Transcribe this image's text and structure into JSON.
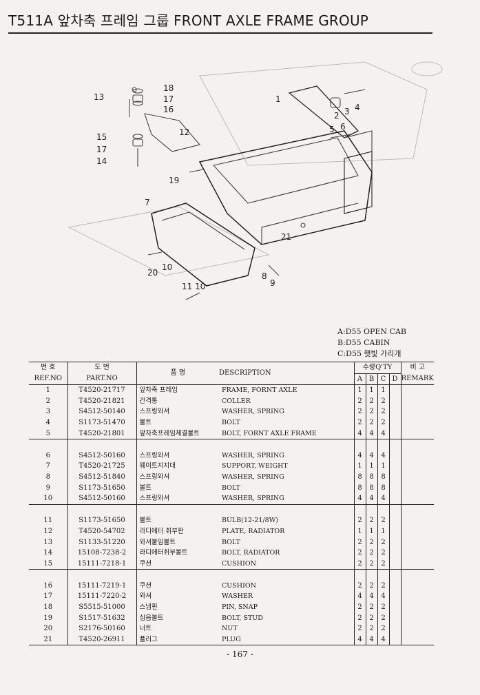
{
  "title": "T511A 앞차축 프레임 그룹 FRONT AXLE FRAME GROUP",
  "callouts": [
    "1",
    "2",
    "3",
    "4",
    "5",
    "6",
    "7",
    "8",
    "9",
    "10",
    "11",
    "12",
    "13",
    "14",
    "15",
    "16",
    "17",
    "18",
    "19",
    "20",
    "21"
  ],
  "callout_1110": "11 10",
  "legend": [
    "A:D55 OPEN CAB",
    "B:D55 CABIN",
    "C:D55 햇빛 가리개"
  ],
  "table": {
    "headers": {
      "ref_kr": "번 호",
      "ref_en": "REF.NO",
      "part_kr": "도 번",
      "part_en": "PART.NO",
      "name_kr": "품 명",
      "desc_en": "DESCRIPTION",
      "qty": "수량Q'TY",
      "qA": "A",
      "qB": "B",
      "qC": "C",
      "qD": "D",
      "remark_kr": "비 고",
      "remark_en": "REMARK"
    },
    "rows": [
      {
        "ref": "1",
        "part": "T4520-21717",
        "kor": "앞차축 프레임",
        "desc": "FRAME, FORNT AXLE",
        "a": "1",
        "b": "1",
        "c": "1",
        "d": ""
      },
      {
        "ref": "2",
        "part": "T4520-21821",
        "kor": "간격통",
        "desc": "COLLER",
        "a": "2",
        "b": "2",
        "c": "2",
        "d": ""
      },
      {
        "ref": "3",
        "part": "S4512-50140",
        "kor": "스프링와셔",
        "desc": "WASHER, SPRING",
        "a": "2",
        "b": "2",
        "c": "2",
        "d": ""
      },
      {
        "ref": "4",
        "part": "S1173-51470",
        "kor": "볼트",
        "desc": "BOLT",
        "a": "2",
        "b": "2",
        "c": "2",
        "d": ""
      },
      {
        "ref": "5",
        "part": "T4520-21801",
        "kor": "앞차축프레임체결볼트",
        "desc": "BOLT, FORNT AXLE FRAME",
        "a": "4",
        "b": "4",
        "c": "4",
        "d": ""
      },
      {
        "ref": "6",
        "part": "S4512-50160",
        "kor": "스프링와셔",
        "desc": "WASHER, SPRING",
        "a": "4",
        "b": "4",
        "c": "4",
        "d": ""
      },
      {
        "ref": "7",
        "part": "T4520-21725",
        "kor": "웨이트지지대",
        "desc": "SUPPORT, WEIGHT",
        "a": "1",
        "b": "1",
        "c": "1",
        "d": ""
      },
      {
        "ref": "8",
        "part": "S4512-51840",
        "kor": "스프링와셔",
        "desc": "WASHER, SPRING",
        "a": "8",
        "b": "8",
        "c": "8",
        "d": ""
      },
      {
        "ref": "9",
        "part": "S1173-51650",
        "kor": "볼트",
        "desc": "BOLT",
        "a": "8",
        "b": "8",
        "c": "8",
        "d": ""
      },
      {
        "ref": "10",
        "part": "S4512-50160",
        "kor": "스프링와셔",
        "desc": "WASHER, SPRING",
        "a": "4",
        "b": "4",
        "c": "4",
        "d": ""
      },
      {
        "ref": "11",
        "part": "S1173-51650",
        "kor": "볼트",
        "desc": "BULB(12-21/8W)",
        "a": "2",
        "b": "2",
        "c": "2",
        "d": ""
      },
      {
        "ref": "12",
        "part": "T4520-54702",
        "kor": "라디에터 취부판",
        "desc": "PLATE, RADIATOR",
        "a": "1",
        "b": "1",
        "c": "1",
        "d": ""
      },
      {
        "ref": "13",
        "part": "S1133-51220",
        "kor": "와셔붙임볼트",
        "desc": "BOLT",
        "a": "2",
        "b": "2",
        "c": "2",
        "d": ""
      },
      {
        "ref": "14",
        "part": "15108-7238-2",
        "kor": "라디에터취부볼트",
        "desc": "BOLT, RADIATOR",
        "a": "2",
        "b": "2",
        "c": "2",
        "d": ""
      },
      {
        "ref": "15",
        "part": "15111-7218-1",
        "kor": "쿠션",
        "desc": "CUSHION",
        "a": "2",
        "b": "2",
        "c": "2",
        "d": ""
      },
      {
        "ref": "16",
        "part": "15111-7219-1",
        "kor": "쿠션",
        "desc": "CUSHION",
        "a": "2",
        "b": "2",
        "c": "2",
        "d": ""
      },
      {
        "ref": "17",
        "part": "15111-7220-2",
        "kor": "와셔",
        "desc": "WASHER",
        "a": "4",
        "b": "4",
        "c": "4",
        "d": ""
      },
      {
        "ref": "18",
        "part": "S5515-51000",
        "kor": "스냅핀",
        "desc": "PIN, SNAP",
        "a": "2",
        "b": "2",
        "c": "2",
        "d": ""
      },
      {
        "ref": "19",
        "part": "S1517-51632",
        "kor": "심음볼트",
        "desc": "BOLT, STUD",
        "a": "2",
        "b": "2",
        "c": "2",
        "d": ""
      },
      {
        "ref": "20",
        "part": "S2176-50160",
        "kor": "너트",
        "desc": "NUT",
        "a": "2",
        "b": "2",
        "c": "2",
        "d": ""
      },
      {
        "ref": "21",
        "part": "T4520-26911",
        "kor": "플러그",
        "desc": "PLUG",
        "a": "4",
        "b": "4",
        "c": "4",
        "d": ""
      }
    ]
  },
  "page_number": "- 167 -"
}
